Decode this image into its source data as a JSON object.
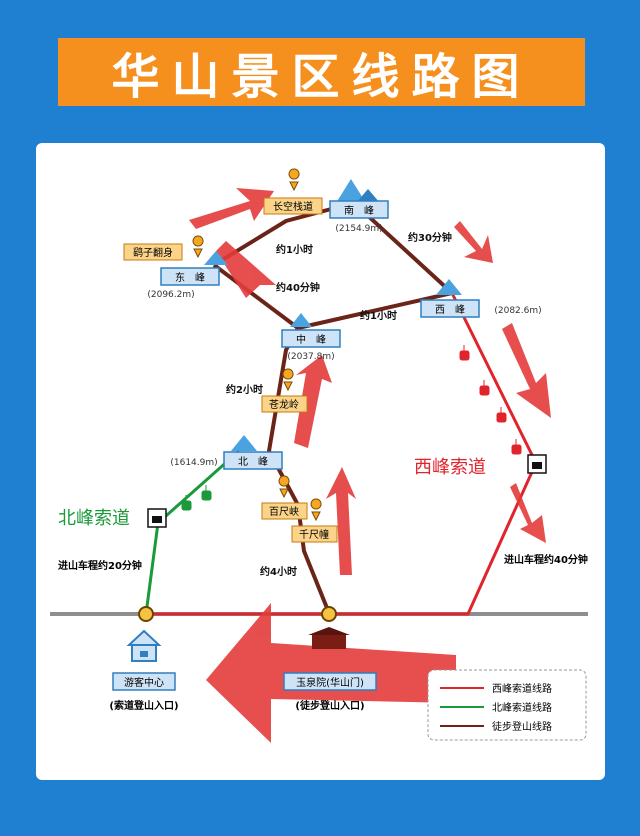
{
  "title": "华山景区线路图",
  "peaks": {
    "south": {
      "name": "南　峰",
      "elev": "(2154.9m)"
    },
    "east": {
      "name": "东　峰",
      "elev": "(2096.2m)"
    },
    "west": {
      "name": "西　峰",
      "elev": "(2082.6m)"
    },
    "center": {
      "name": "中　峰",
      "elev": "(2037.8m)"
    },
    "north": {
      "name": "北　峰",
      "elev": "(1614.9m)"
    }
  },
  "spots": {
    "plank": "长空栈道",
    "hawk": "鹞子翻身",
    "canglong": "苍龙岭",
    "baichi": "百尺峡",
    "qianchi": "千尺幢"
  },
  "durations": {
    "east_south": "约1小时",
    "south_west": "约30分钟",
    "east_center": "约40分钟",
    "center_west": "约1小时",
    "center_north": "约2小时",
    "north_base": "约4小时"
  },
  "cableways": {
    "north": "北峰索道",
    "west": "西峰索道"
  },
  "roads": {
    "north": "进山车程约20分钟",
    "west": "进山车程约40分钟"
  },
  "entrances": {
    "visitor_center": "游客中心",
    "visitor_center_sub": "(索道登山入口)",
    "yuquan": "玉泉院(华山门)",
    "yuquan_sub": "(徒步登山入口)"
  },
  "legend": [
    {
      "label": "西峰索道线路",
      "color": "#e0242c"
    },
    {
      "label": "北峰索道线路",
      "color": "#1a9a3a"
    },
    {
      "label": "徒步登山线路",
      "color": "#6b2418"
    }
  ],
  "colors": {
    "west_route": "#e0242c",
    "north_route": "#1a9a3a",
    "hike_route": "#6b2418",
    "peak_box": "#cfe3f7",
    "spot_box": "#fbd48a"
  }
}
